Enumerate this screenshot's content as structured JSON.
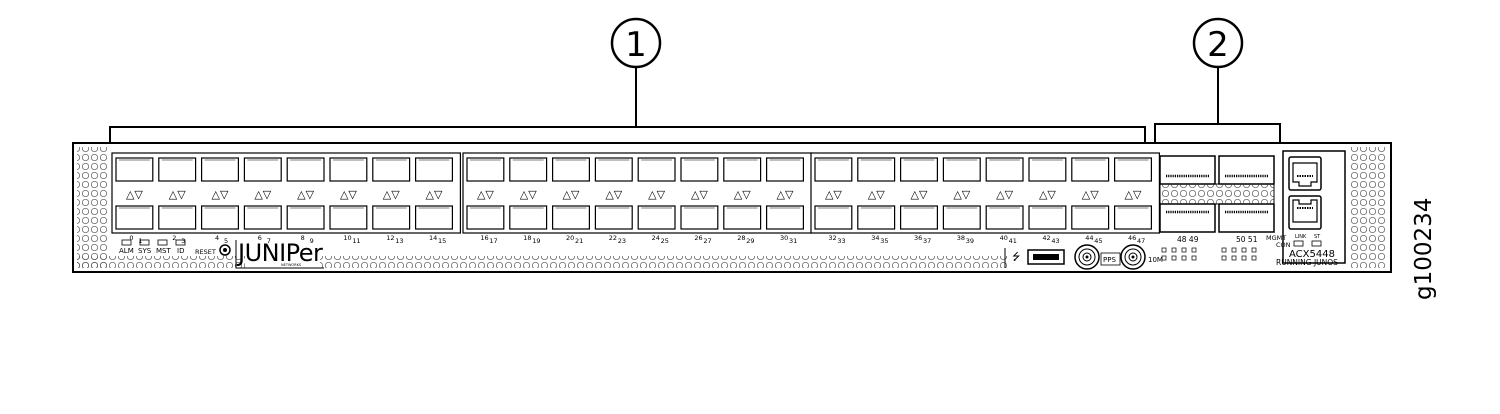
{
  "callouts": [
    "1",
    "2"
  ],
  "figure_id": "g100234",
  "port_numbers": {
    "top": [
      "0",
      "2",
      "4",
      "6",
      "8",
      "10",
      "12",
      "14",
      "16",
      "18",
      "20",
      "22",
      "24",
      "26",
      "28",
      "30",
      "32",
      "34",
      "36",
      "38",
      "40",
      "42",
      "44",
      "46"
    ],
    "bottom": [
      "1",
      "3",
      "5",
      "7",
      "9",
      "11",
      "13",
      "15",
      "17",
      "19",
      "21",
      "23",
      "25",
      "27",
      "29",
      "31",
      "33",
      "35",
      "37",
      "39",
      "41",
      "43",
      "45",
      "47"
    ],
    "qsfp_left": "48 49",
    "qsfp_right": "50 51"
  },
  "status_leds": [
    "ALM",
    "SYS",
    "MST",
    "ID"
  ],
  "labels": {
    "reset": "RESET",
    "brand": "JUNIPer",
    "brand_sub": "NETWORKS",
    "pps": "PPS",
    "tenm": "10M",
    "mgmt": "MGMT",
    "con": "CON",
    "link": "LINK",
    "st": "ST",
    "model": "ACX5448",
    "running": "RUNNING JUNOS",
    "usb": "⭍",
    "led_pair": "△▽"
  }
}
